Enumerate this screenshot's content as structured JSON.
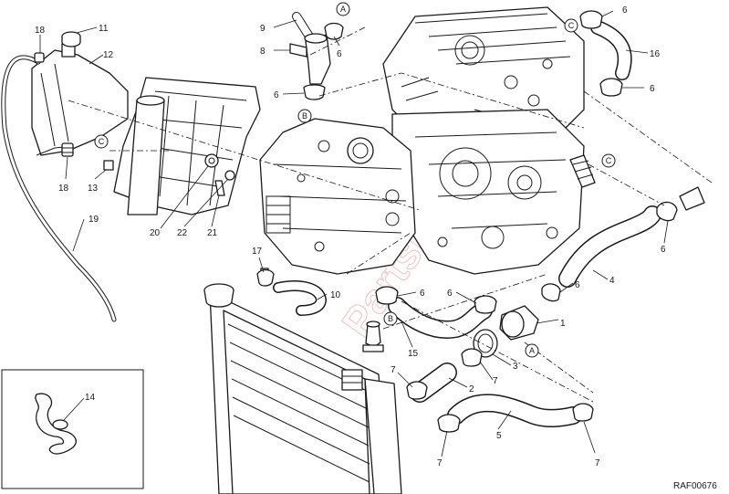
{
  "callouts": [
    {
      "id": "c18a",
      "text": "18"
    },
    {
      "id": "c11",
      "text": "11"
    },
    {
      "id": "c12",
      "text": "12"
    },
    {
      "id": "c9",
      "text": "9"
    },
    {
      "id": "c8",
      "text": "8"
    },
    {
      "id": "c6a",
      "text": "6"
    },
    {
      "id": "c6b",
      "text": "6"
    },
    {
      "id": "c6c",
      "text": "6"
    },
    {
      "id": "c16",
      "text": "16"
    },
    {
      "id": "c6d",
      "text": "6"
    },
    {
      "id": "c18b",
      "text": "18"
    },
    {
      "id": "c13",
      "text": "13"
    },
    {
      "id": "c19",
      "text": "19"
    },
    {
      "id": "c20",
      "text": "20"
    },
    {
      "id": "c22",
      "text": "22"
    },
    {
      "id": "c21",
      "text": "21"
    },
    {
      "id": "c6e",
      "text": "6"
    },
    {
      "id": "c4",
      "text": "4"
    },
    {
      "id": "c17",
      "text": "17"
    },
    {
      "id": "c10",
      "text": "10"
    },
    {
      "id": "c6f",
      "text": "6"
    },
    {
      "id": "c6g",
      "text": "6"
    },
    {
      "id": "c6h",
      "text": "6"
    },
    {
      "id": "c1",
      "text": "1"
    },
    {
      "id": "c15",
      "text": "15"
    },
    {
      "id": "c3",
      "text": "3"
    },
    {
      "id": "c7a",
      "text": "7"
    },
    {
      "id": "c7b",
      "text": "7"
    },
    {
      "id": "c2",
      "text": "2"
    },
    {
      "id": "c14",
      "text": "14"
    },
    {
      "id": "c5",
      "text": "5"
    },
    {
      "id": "c7c",
      "text": "7"
    },
    {
      "id": "c7d",
      "text": "7"
    }
  ],
  "references": [
    {
      "id": "rA1",
      "text": "A"
    },
    {
      "id": "rB1",
      "text": "B"
    },
    {
      "id": "rC1",
      "text": "C"
    },
    {
      "id": "rC2",
      "text": "C"
    },
    {
      "id": "rC3",
      "text": "C"
    },
    {
      "id": "rB2",
      "text": "B"
    },
    {
      "id": "rA2",
      "text": "A"
    }
  ],
  "drawing_code": "RAF00676",
  "watermark": "PartsRepublik"
}
